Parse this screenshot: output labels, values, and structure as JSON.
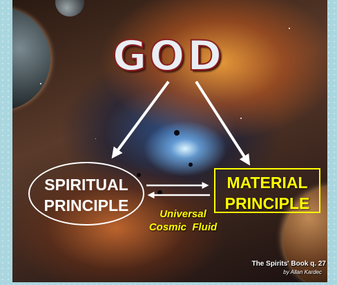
{
  "diagram": {
    "title": "GOD",
    "nodes": {
      "spiritual": {
        "line1": "SPIRITUAL",
        "line2": "PRINCIPLE"
      },
      "material": {
        "line1": "MATERIAL",
        "line2": "PRINCIPLE"
      }
    },
    "link_label": {
      "line1": "Universal",
      "line2": "Cosmic  Fluid"
    },
    "edges": [
      {
        "from": "GOD",
        "to": "SPIRITUAL PRINCIPLE"
      },
      {
        "from": "GOD",
        "to": "MATERIAL PRINCIPLE"
      },
      {
        "from": "SPIRITUAL PRINCIPLE",
        "to": "MATERIAL PRINCIPLE"
      },
      {
        "from": "MATERIAL PRINCIPLE",
        "to": "SPIRITUAL PRINCIPLE"
      }
    ]
  },
  "credit": {
    "source": "The Spirits' Book q. 27",
    "author": "by Allan Kardec"
  },
  "colors": {
    "frame": "#a9d6df",
    "spiritual_border": "#ffffff",
    "material_border": "#ffff00",
    "fluid_text": "#ffff00",
    "title_outline": "#8a1f1f"
  }
}
